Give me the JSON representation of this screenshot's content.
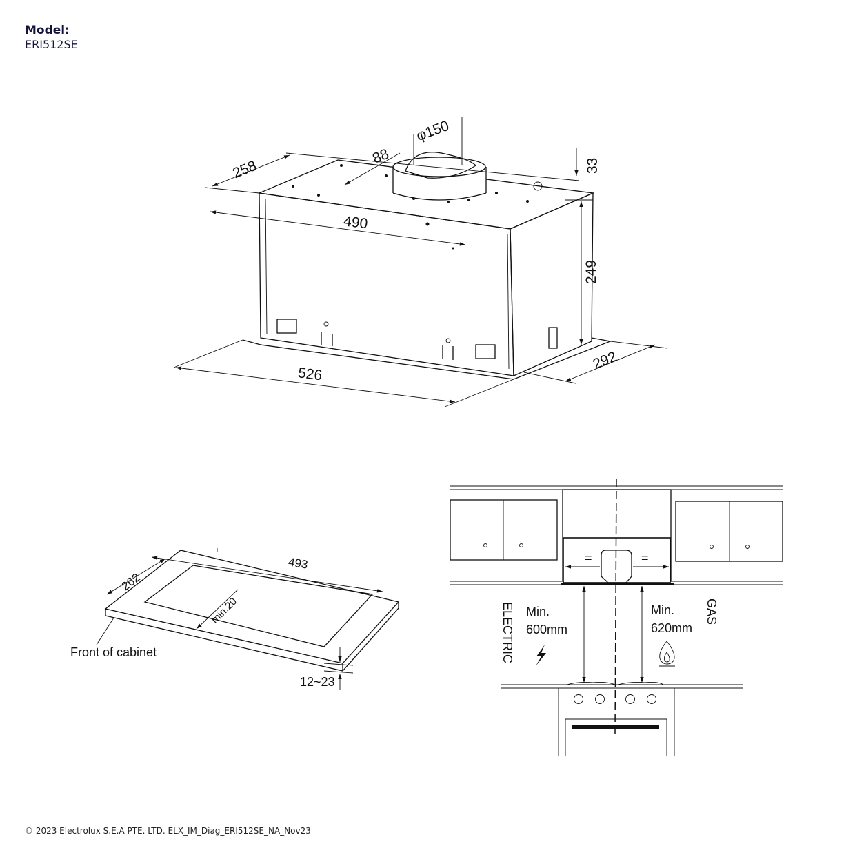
{
  "header": {
    "model_label": "Model:",
    "model_value": "ERI512SE"
  },
  "hood_dimensions": {
    "duct_diameter": "φ150",
    "depth_top": "258",
    "duct_offset": "88",
    "top_height": "33",
    "width_top": "490",
    "height": "249",
    "width_base": "526",
    "depth_base": "292"
  },
  "cutout": {
    "width": "493",
    "depth": "262",
    "min_front": "min.20",
    "thickness": "12~23",
    "front_label": "Front of cabinet"
  },
  "installation": {
    "electric_label": "ELECTRIC",
    "electric_min": "Min.",
    "electric_distance": "600mm",
    "gas_label": "GAS",
    "gas_min": "Min.",
    "gas_distance": "620mm",
    "equal_mark": "="
  },
  "footer": {
    "copyright": "© 2023 Electrolux S.E.A PTE. LTD. ELX_IM_Diag_ERI512SE_NA_Nov23"
  }
}
